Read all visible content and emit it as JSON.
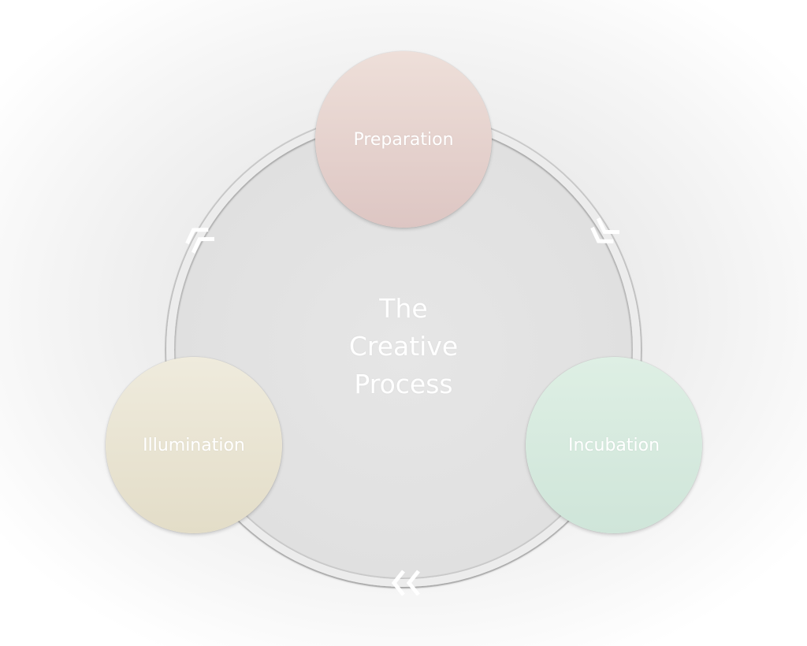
{
  "diagram": {
    "center": {
      "line1": "The",
      "line2": "Creative",
      "line3": "Process"
    },
    "stages": [
      {
        "label": "Preparation",
        "color": "#e6d2cd"
      },
      {
        "label": "Incubation",
        "color": "#d6eadf"
      },
      {
        "label": "Illumination",
        "color": "#e9e4d2"
      }
    ],
    "arrows": [
      {
        "from": "Preparation",
        "to": "Incubation",
        "icon": "double-chevron-icon"
      },
      {
        "from": "Incubation",
        "to": "Illumination",
        "icon": "double-chevron-icon"
      },
      {
        "from": "Illumination",
        "to": "Preparation",
        "icon": "double-chevron-icon"
      }
    ],
    "ring_color": "#e4e4e4",
    "arrow_color": "#ffffff"
  }
}
